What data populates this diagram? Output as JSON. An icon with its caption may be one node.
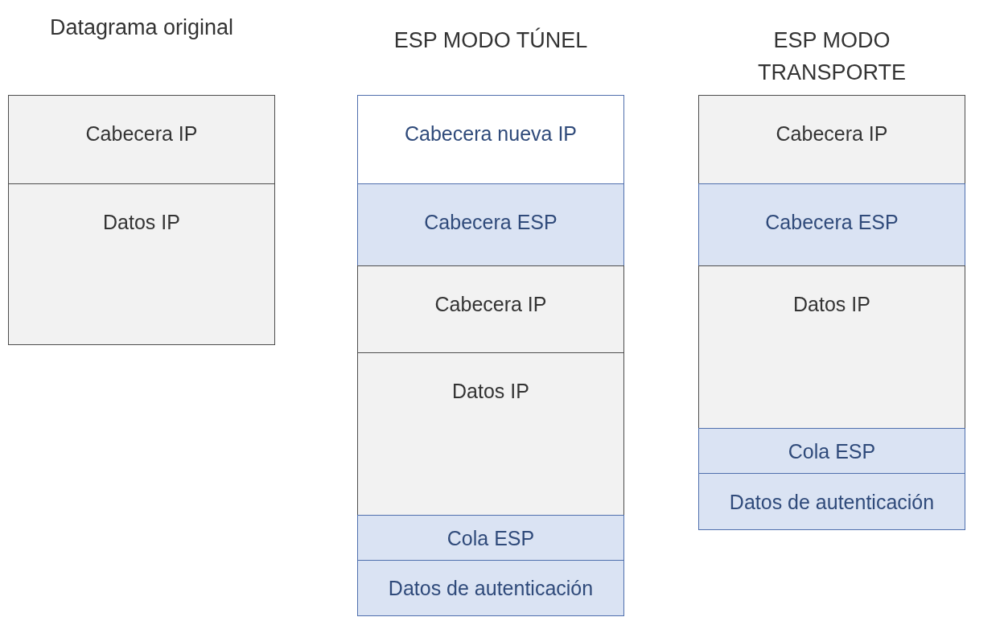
{
  "diagram": {
    "nodes": [
      {
        "text": [
          "Datagrama original"
        ]
      },
      {
        "text": [
          "Cabecera IP"
        ],
        "in": 0
      },
      {
        "text": [
          "Datos IP"
        ],
        "in": 0
      },
      {
        "text": [
          "ESP MODO TÚNEL"
        ]
      },
      {
        "text": [
          "Cabecera nueva IP"
        ],
        "in": 3
      },
      {
        "text": [
          "Cabecera ESP"
        ],
        "in": 3
      },
      {
        "text": [
          "Cabecera IP"
        ],
        "in": 3
      },
      {
        "text": [
          "Datos IP"
        ],
        "in": 3
      },
      {
        "text": [
          "Cola ESP"
        ],
        "in": 3
      },
      {
        "text": [
          "Datos de autenticación"
        ],
        "in": 3
      },
      {
        "text": [
          "ESP MODO TRANSPORTE"
        ]
      },
      {
        "text": [
          "Cabecera IP"
        ],
        "in": 10
      },
      {
        "text": [
          "Cabecera ESP"
        ],
        "in": 10
      },
      {
        "text": [
          "Datos IP"
        ],
        "in": 10
      },
      {
        "text": [
          "Cola ESP"
        ],
        "in": 10
      },
      {
        "text": [
          "Datos de autenticación"
        ],
        "in": 10
      }
    ]
  }
}
